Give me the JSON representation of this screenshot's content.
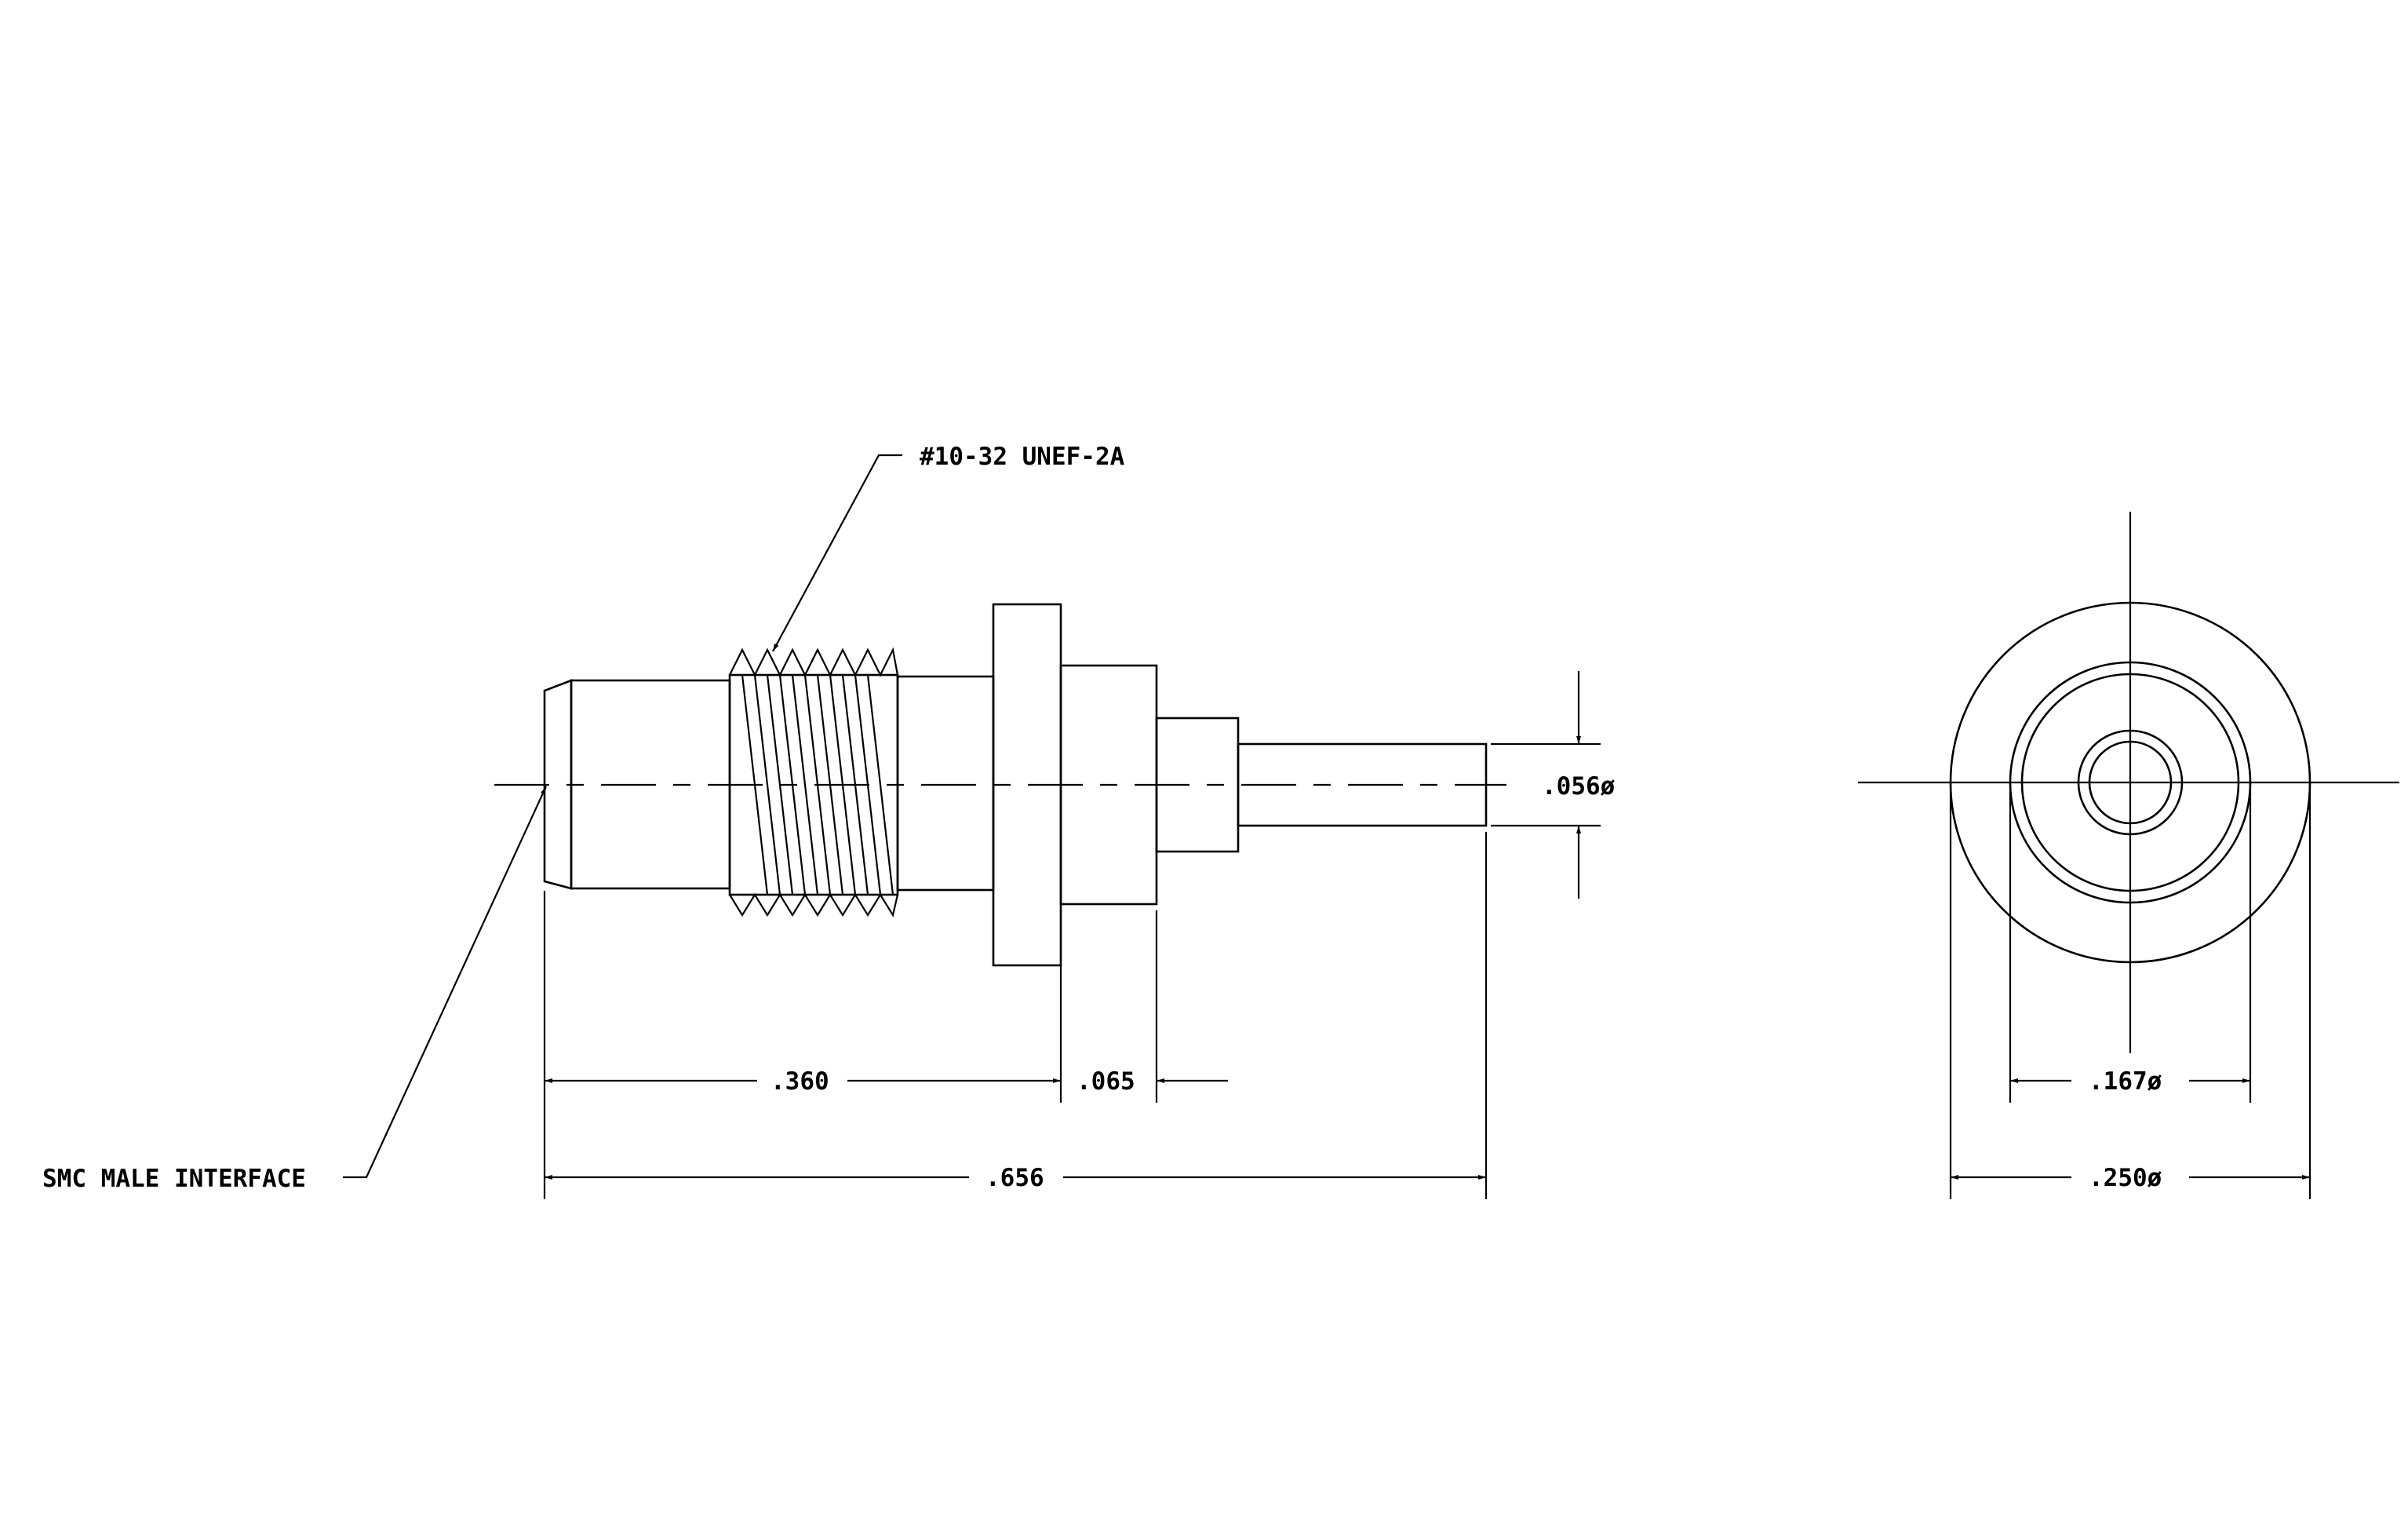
{
  "labels": {
    "thread_callout": "#10-32 UNEF-2A",
    "interface_callout": "SMC MALE INTERFACE",
    "dim_pin_dia": ".056ø",
    "dim_front_length": ".360",
    "dim_flange_width": ".065",
    "dim_overall_length": ".656",
    "dim_inner_dia": ".167ø",
    "dim_outer_dia": ".250ø"
  }
}
